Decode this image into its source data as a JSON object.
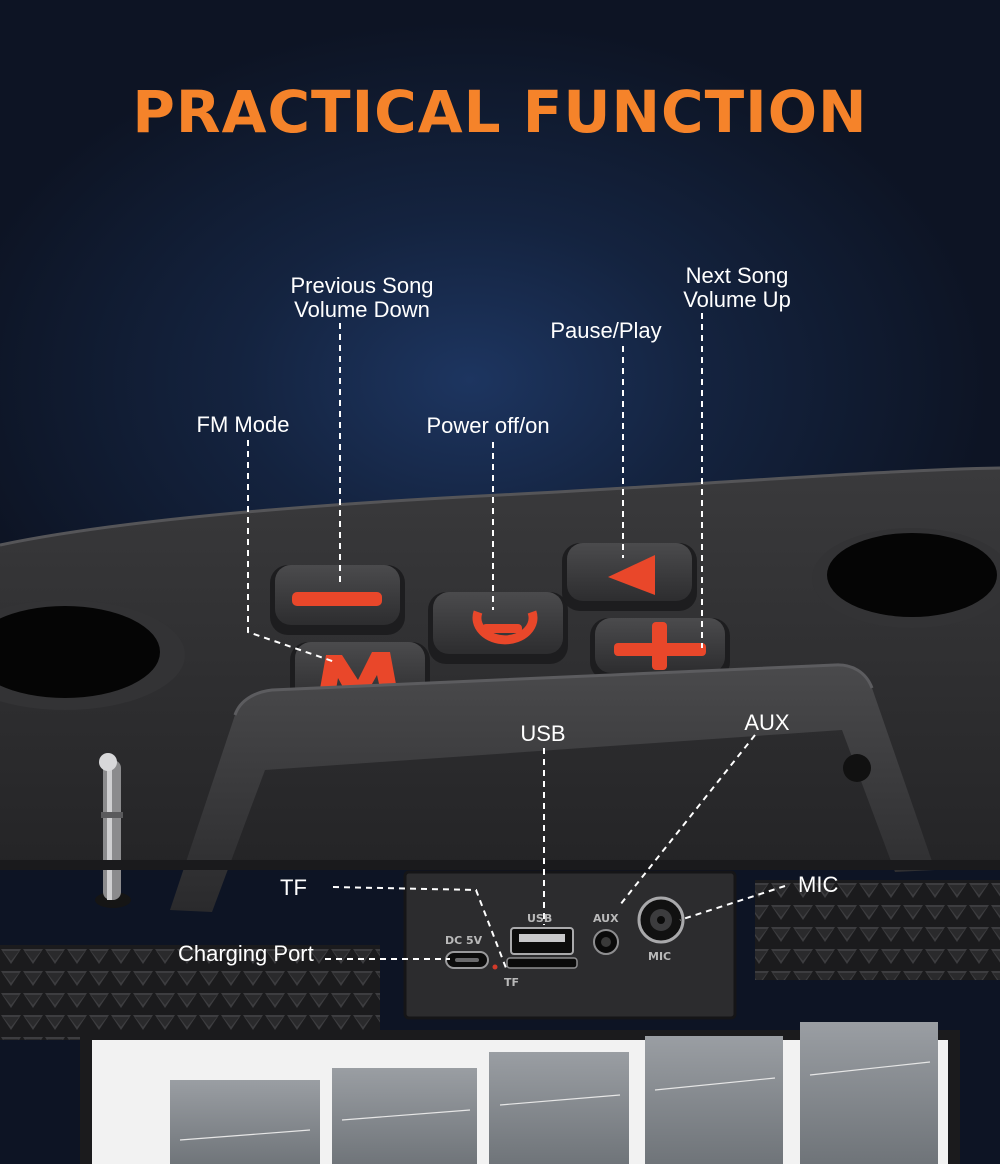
{
  "title": "PRACTICAL FUNCTION",
  "labels": {
    "previous_song": "Previous Song",
    "volume_down": "Volume Down",
    "next_song": "Next Song",
    "volume_up": "Volume Up",
    "pause_play": "Pause/Play",
    "fm_mode": "FM Mode",
    "power": "Power off/on",
    "usb": "USB",
    "aux": "AUX",
    "tf": "TF",
    "mic": "MIC",
    "charging_port": "Charging Port"
  },
  "port_markings": {
    "dc": "DC 5V",
    "usb": "USB",
    "aux": "AUX",
    "mic": "MIC",
    "tf": "TF"
  },
  "colors": {
    "title": "#f5832a",
    "button_symbol": "#e9472a",
    "body": "#2c2c2e",
    "background": "#0e1524"
  },
  "icons": [
    "minus-icon",
    "power-icon",
    "play-icon",
    "plus-icon",
    "m-mode-icon"
  ]
}
